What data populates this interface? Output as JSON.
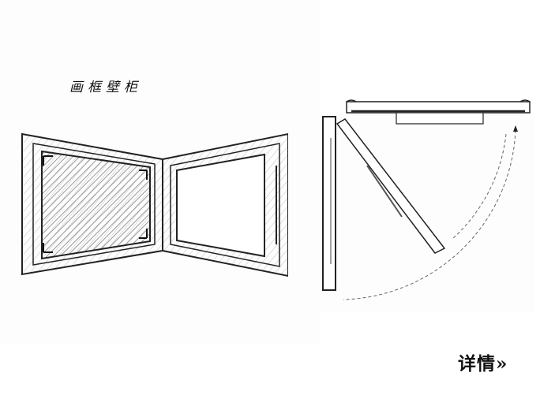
{
  "title": "画框壁柜",
  "details_link": {
    "label": "详情",
    "arrow": "»"
  },
  "figures": {
    "left": {
      "description": "sketch of open wall-cabinet picture frame (two panels)"
    },
    "right": {
      "description": "top-view diagram of hinged frame door swing arc"
    }
  },
  "colors": {
    "ink": "#111111",
    "hatch": "#9a9a9a",
    "background": "#ffffff"
  }
}
